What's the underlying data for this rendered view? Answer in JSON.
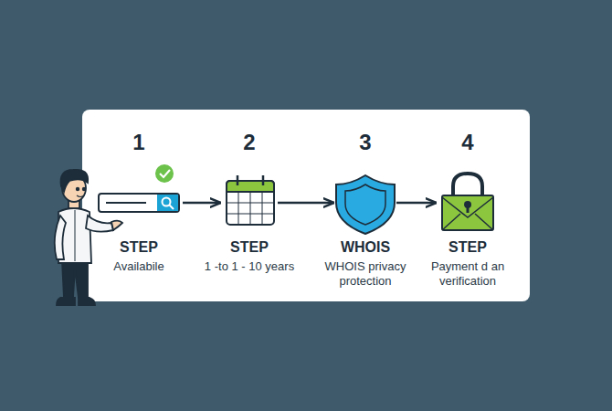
{
  "diagram": {
    "nodes": [
      {
        "text": [
          "1",
          "STEP",
          "Availabile"
        ]
      },
      {
        "text": [
          "2",
          "STEP",
          "1 -to 1 - 10 years"
        ]
      },
      {
        "text": [
          "3",
          "WHOIS",
          "WHOIS privacy protection"
        ]
      },
      {
        "text": [
          "4",
          "STEP",
          "Payment d an verification"
        ]
      }
    ],
    "edges": [
      {
        "from": 0,
        "to": 1,
        "arrow": "to"
      },
      {
        "from": 1,
        "to": 2,
        "arrow": "to"
      },
      {
        "from": 2,
        "to": 3,
        "arrow": "to"
      }
    ]
  }
}
